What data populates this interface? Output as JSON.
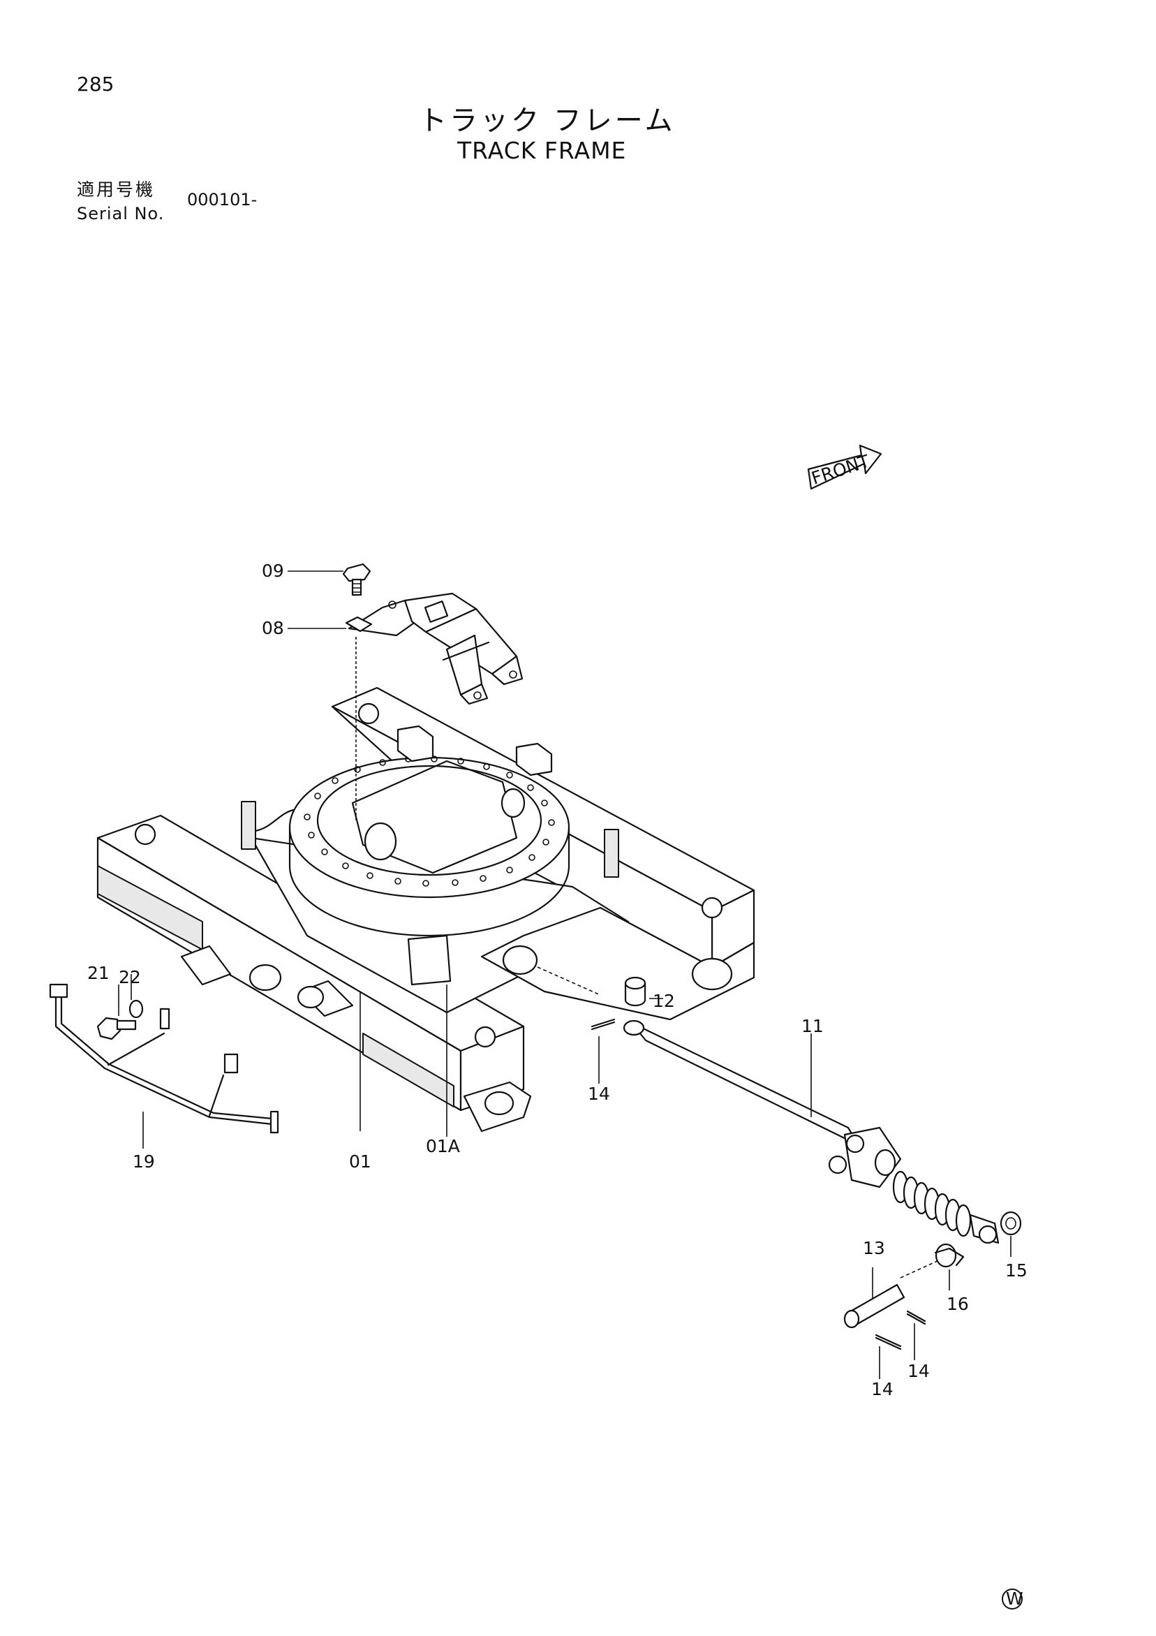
{
  "page_number": "285",
  "title_ja": "トラック フレーム",
  "title_en": "TRACK FRAME",
  "serial": {
    "label_ja": "適用号機",
    "label_en": "Serial No.",
    "value": "000101-"
  },
  "front_arrow_label": "FRONT",
  "corner_mark": "W",
  "parts": {
    "p01": "01",
    "p01a": "01A",
    "p08": "08",
    "p09": "09",
    "p11": "11",
    "p12": "12",
    "p13": "13",
    "p14a": "14",
    "p14b": "14",
    "p14c": "14",
    "p15": "15",
    "p16": "16",
    "p19": "19",
    "p21": "21",
    "p22": "22"
  }
}
